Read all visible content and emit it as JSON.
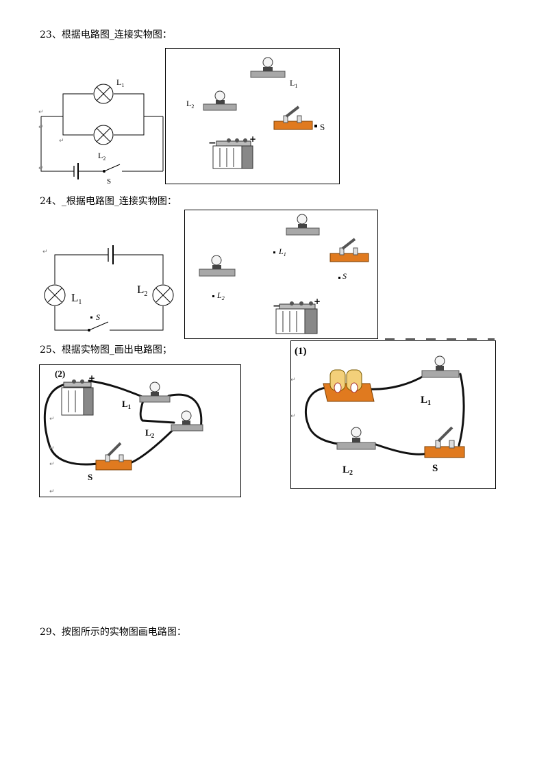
{
  "questions": {
    "q23": "23、根据电路图_连接实物图：",
    "q24": "24、_根据电路图_连接实物图：",
    "q25": "25、根据实物图_画出电路图；",
    "q29": "29、按图所示的实物图画电路图："
  },
  "labels": {
    "L1": "L",
    "L2": "L",
    "sub1": "1",
    "sub2": "2",
    "S": "S",
    "fig1": "(1)",
    "fig2": "(2)",
    "para": "↵",
    "plus": "+",
    "minus": "−"
  }
}
